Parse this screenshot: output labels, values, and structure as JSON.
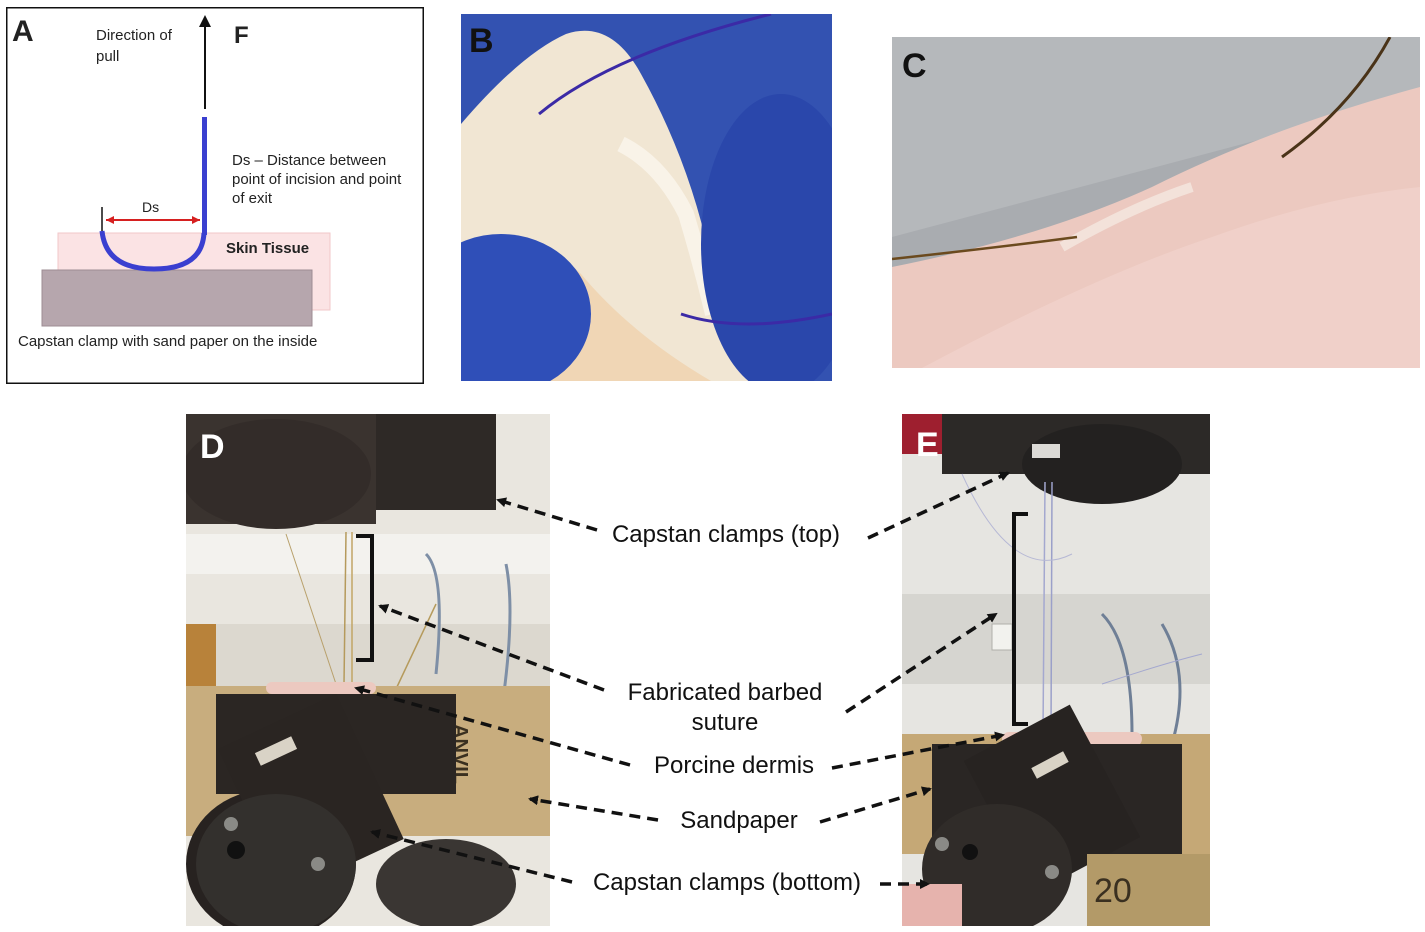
{
  "panels": {
    "A": {
      "letter": "A",
      "force_label": "F",
      "direction_label_line1": "Direction of",
      "direction_label_line2": "pull",
      "ds_symbol": "Ds",
      "ds_description_line1": "Ds – Distance between",
      "ds_description_line2": "point of incision and point",
      "ds_description_line3": "of exit",
      "skin_label": "Skin Tissue",
      "clamp_label": "Capstan clamp with sand paper on the inside",
      "colors": {
        "suture": "#3a3fd0",
        "arrow": "#d62020",
        "skin": "#fbe3e4",
        "clamp": "#b6a6ad"
      }
    },
    "B": {
      "letter": "B",
      "colors": {
        "glove": "#2f4fb8",
        "tissue": "#f3e8d6",
        "suture": "#3b2aa6"
      }
    },
    "C": {
      "letter": "C",
      "colors": {
        "tissue": "#ecc9c0",
        "background": "#a9acb0",
        "suture": "#6b4a1e"
      }
    },
    "D": {
      "letter": "D"
    },
    "E": {
      "letter": "E"
    }
  },
  "callouts": {
    "top_clamps": "Capstan clamps (top)",
    "suture_line1": "Fabricated barbed",
    "suture_line2": "suture",
    "dermis": "Porcine dermis",
    "sandpaper": "Sandpaper",
    "bottom_clamps": "Capstan clamps (bottom)"
  },
  "photo_marks": {
    "sandpaper_print": "ANVIL",
    "ruler_number": "20"
  }
}
